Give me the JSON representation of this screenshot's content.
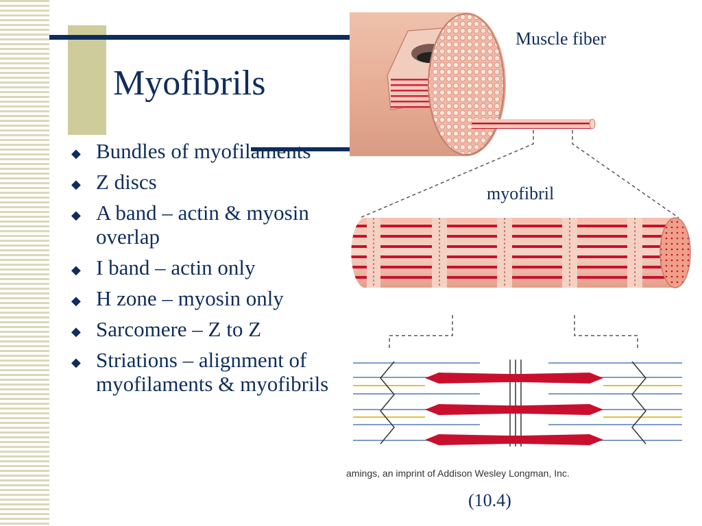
{
  "slide": {
    "title": "Myofibrils",
    "bullets": [
      "Bundles of myofilaments",
      "Z discs",
      "A band – actin & myosin overlap",
      "I band – actin only",
      "H zone – myosin only",
      "Sarcomere – Z to Z",
      "Striations – alignment of myofilaments & myofibrils"
    ]
  },
  "figure": {
    "label_fiber": "Muscle fiber",
    "label_myofibril": "myofibril",
    "credit": "amings, an imprint of Addison Wesley Longman, Inc.",
    "figure_number": "(10.4)"
  },
  "colors": {
    "title_text": "#0f2d5c",
    "accent": "#cfcc9c",
    "muscle_red": "#c8102e",
    "muscle_tan": "#e8b39a"
  }
}
